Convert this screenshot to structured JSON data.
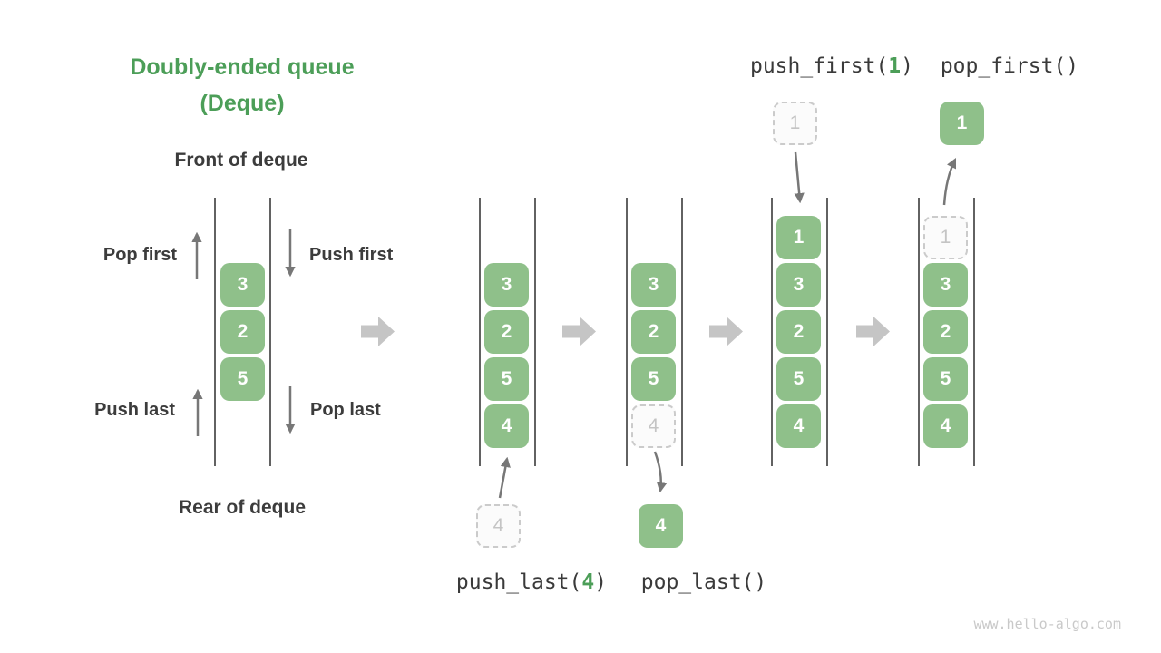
{
  "title": {
    "line1": "Doubly-ended queue",
    "line2": "(Deque)"
  },
  "labels": {
    "front_of_deque": "Front of deque",
    "rear_of_deque": "Rear of deque",
    "pop_first": "Pop first",
    "push_first": "Push first",
    "push_last": "Push last",
    "pop_last": "Pop last"
  },
  "operations": {
    "push_first": {
      "name": "push_first(",
      "arg": "1",
      "close": ")"
    },
    "pop_first": {
      "name": "pop_first()"
    },
    "push_last": {
      "name": "push_last(",
      "arg": "4",
      "close": ")"
    },
    "pop_last": {
      "name": "pop_last()"
    }
  },
  "initial_deque": {
    "cells": [
      "3",
      "2",
      "5"
    ]
  },
  "states": {
    "after_push_last": {
      "cells": [
        "3",
        "2",
        "5",
        "4"
      ],
      "incoming_value": "4"
    },
    "after_pop_last": {
      "cells": [
        "3",
        "2",
        "5"
      ],
      "removed_value": "4",
      "popped_value": "4"
    },
    "after_push_first": {
      "cells": [
        "1",
        "3",
        "2",
        "5",
        "4"
      ],
      "incoming_value": "1"
    },
    "after_pop_first": {
      "cells": [
        "3",
        "2",
        "5",
        "4"
      ],
      "removed_value": "1",
      "popped_value": "1"
    }
  },
  "colors": {
    "box_green": "#8FC08A",
    "title_green": "#4C9E58",
    "text_dark": "#3C3C3C",
    "thin_arrow_gray": "#777777",
    "block_arrow_gray": "#C5C5C5",
    "dashed_border_gray": "#CBCBCB"
  },
  "watermark": "www.hello-algo.com"
}
